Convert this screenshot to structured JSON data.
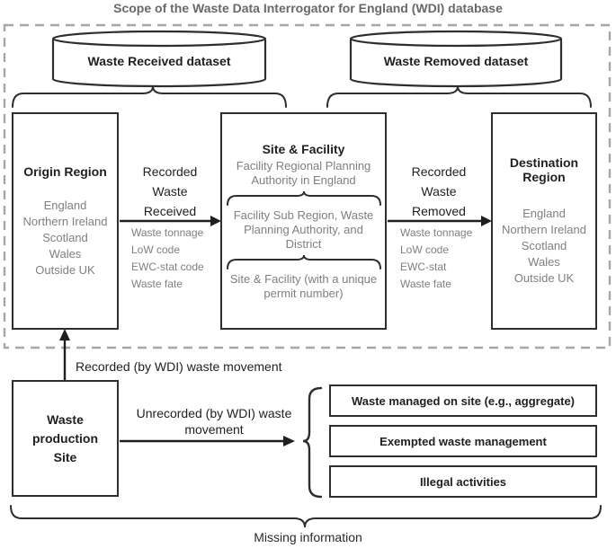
{
  "title": "Scope of the Waste Data Interrogator for England (WDI) database",
  "datasets": {
    "received": {
      "label": "Waste Received dataset"
    },
    "removed": {
      "label": "Waste Removed dataset"
    }
  },
  "origin": {
    "heading": "Origin Region",
    "items": [
      "England",
      "Northern Ireland",
      "Scotland",
      "Wales",
      "Outside UK"
    ]
  },
  "site_facility": {
    "heading": "Site & Facility",
    "level1": "Facility Regional Planning Authority in England",
    "level2": "Facility Sub Region, Waste Planning Authority, and District",
    "level3": "Site & Facility (with a unique permit number)"
  },
  "destination": {
    "heading": "Destination Region",
    "items": [
      "England",
      "Northern Ireland",
      "Scotland",
      "Wales",
      "Outside UK"
    ]
  },
  "flows": {
    "received": {
      "label": "Recorded Waste Received",
      "attributes": [
        "Waste tonnage",
        "LoW code",
        "EWC-stat code",
        "Waste fate"
      ]
    },
    "removed": {
      "label": "Recorded Waste Removed",
      "attributes": [
        "Waste tonnage",
        "LoW code",
        "EWC-stat",
        "Waste fate"
      ]
    }
  },
  "production_site": {
    "label": "Waste production Site"
  },
  "movements": {
    "recorded": "Recorded (by WDI) waste movement",
    "unrecorded": "Unrecorded (by WDI) waste movement"
  },
  "missing": {
    "boxes": [
      "Waste managed on site (e.g., aggregate)",
      "Exempted waste management",
      "Illegal activities"
    ],
    "label": "Missing information"
  },
  "colors": {
    "box_border": "#2e2e2e",
    "dashed_border": "#a6a6a6",
    "gray_text": "#7f7f7f",
    "title_text": "#686868",
    "black_text": "#1f1f1f"
  }
}
